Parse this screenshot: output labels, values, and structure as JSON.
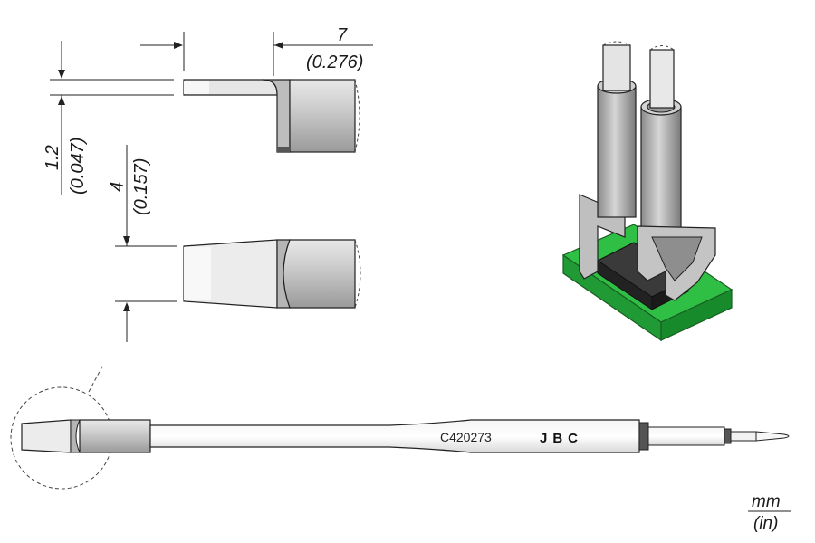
{
  "dimensions": {
    "length": {
      "mm": "7",
      "in": "(0.276)"
    },
    "thickness": {
      "mm": "1.2",
      "in": "(0.047)"
    },
    "width": {
      "mm": "4",
      "in": "(0.157)"
    }
  },
  "cartridge": {
    "part_number": "C420273",
    "brand": "JBC"
  },
  "units": {
    "primary": "mm",
    "secondary": "(in)"
  },
  "colors": {
    "pcb": "#22a33a",
    "tip_metal": "#c8c8c8",
    "chip": "#2b2b2b"
  }
}
